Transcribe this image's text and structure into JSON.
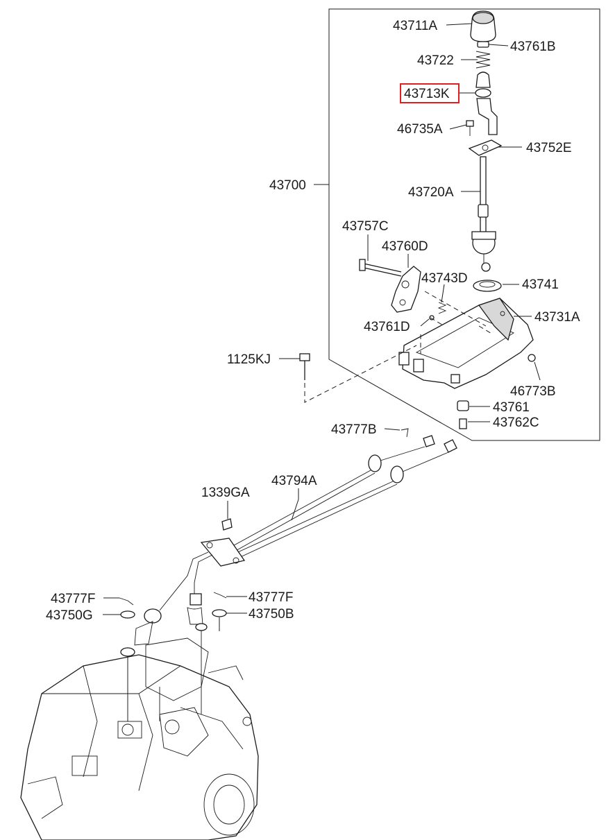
{
  "highlight_color": "#e02020",
  "labels": {
    "p43711A": "43711A",
    "p43761B": "43761B",
    "p43722": "43722",
    "p43713K": "43713K",
    "p46735A": "46735A",
    "p43752E": "43752E",
    "p43700": "43700",
    "p43720A": "43720A",
    "p43757C": "43757C",
    "p43760D": "43760D",
    "p43743D": "43743D",
    "p43741": "43741",
    "p43731A": "43731A",
    "p43761D": "43761D",
    "p1125KJ": "1125KJ",
    "p46773B": "46773B",
    "p43761": "43761",
    "p43762C": "43762C",
    "p43777B": "43777B",
    "p1339GA": "1339GA",
    "p43794A": "43794A",
    "p43777F_left": "43777F",
    "p43750G": "43750G",
    "p43777F_right": "43777F",
    "p43750B": "43750B"
  }
}
